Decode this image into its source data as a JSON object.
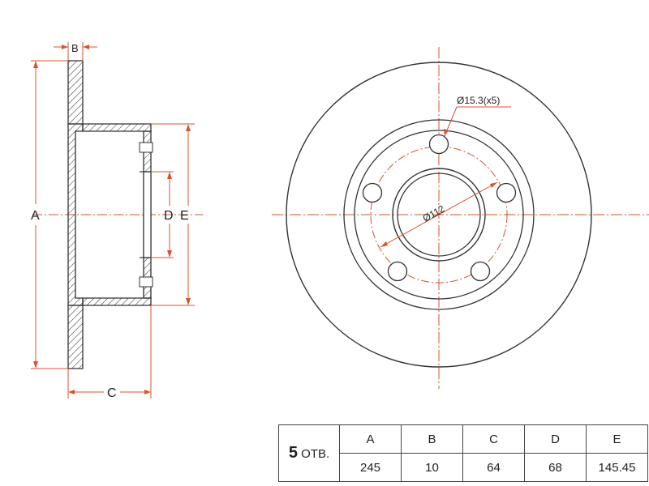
{
  "labels": {
    "A": "A",
    "B": "B",
    "C": "C",
    "D": "D",
    "E": "E",
    "hole_callout": "Ø15.3(x5)",
    "pcd_callout": "Ø112"
  },
  "table": {
    "holes_count": "5",
    "holes_unit": "ОТВ.",
    "headers": [
      "A",
      "B",
      "C",
      "D",
      "E"
    ],
    "values": [
      "245",
      "10",
      "64",
      "68",
      "145.45"
    ]
  },
  "colors": {
    "line": "#333333",
    "dimension": "#d9532c"
  }
}
